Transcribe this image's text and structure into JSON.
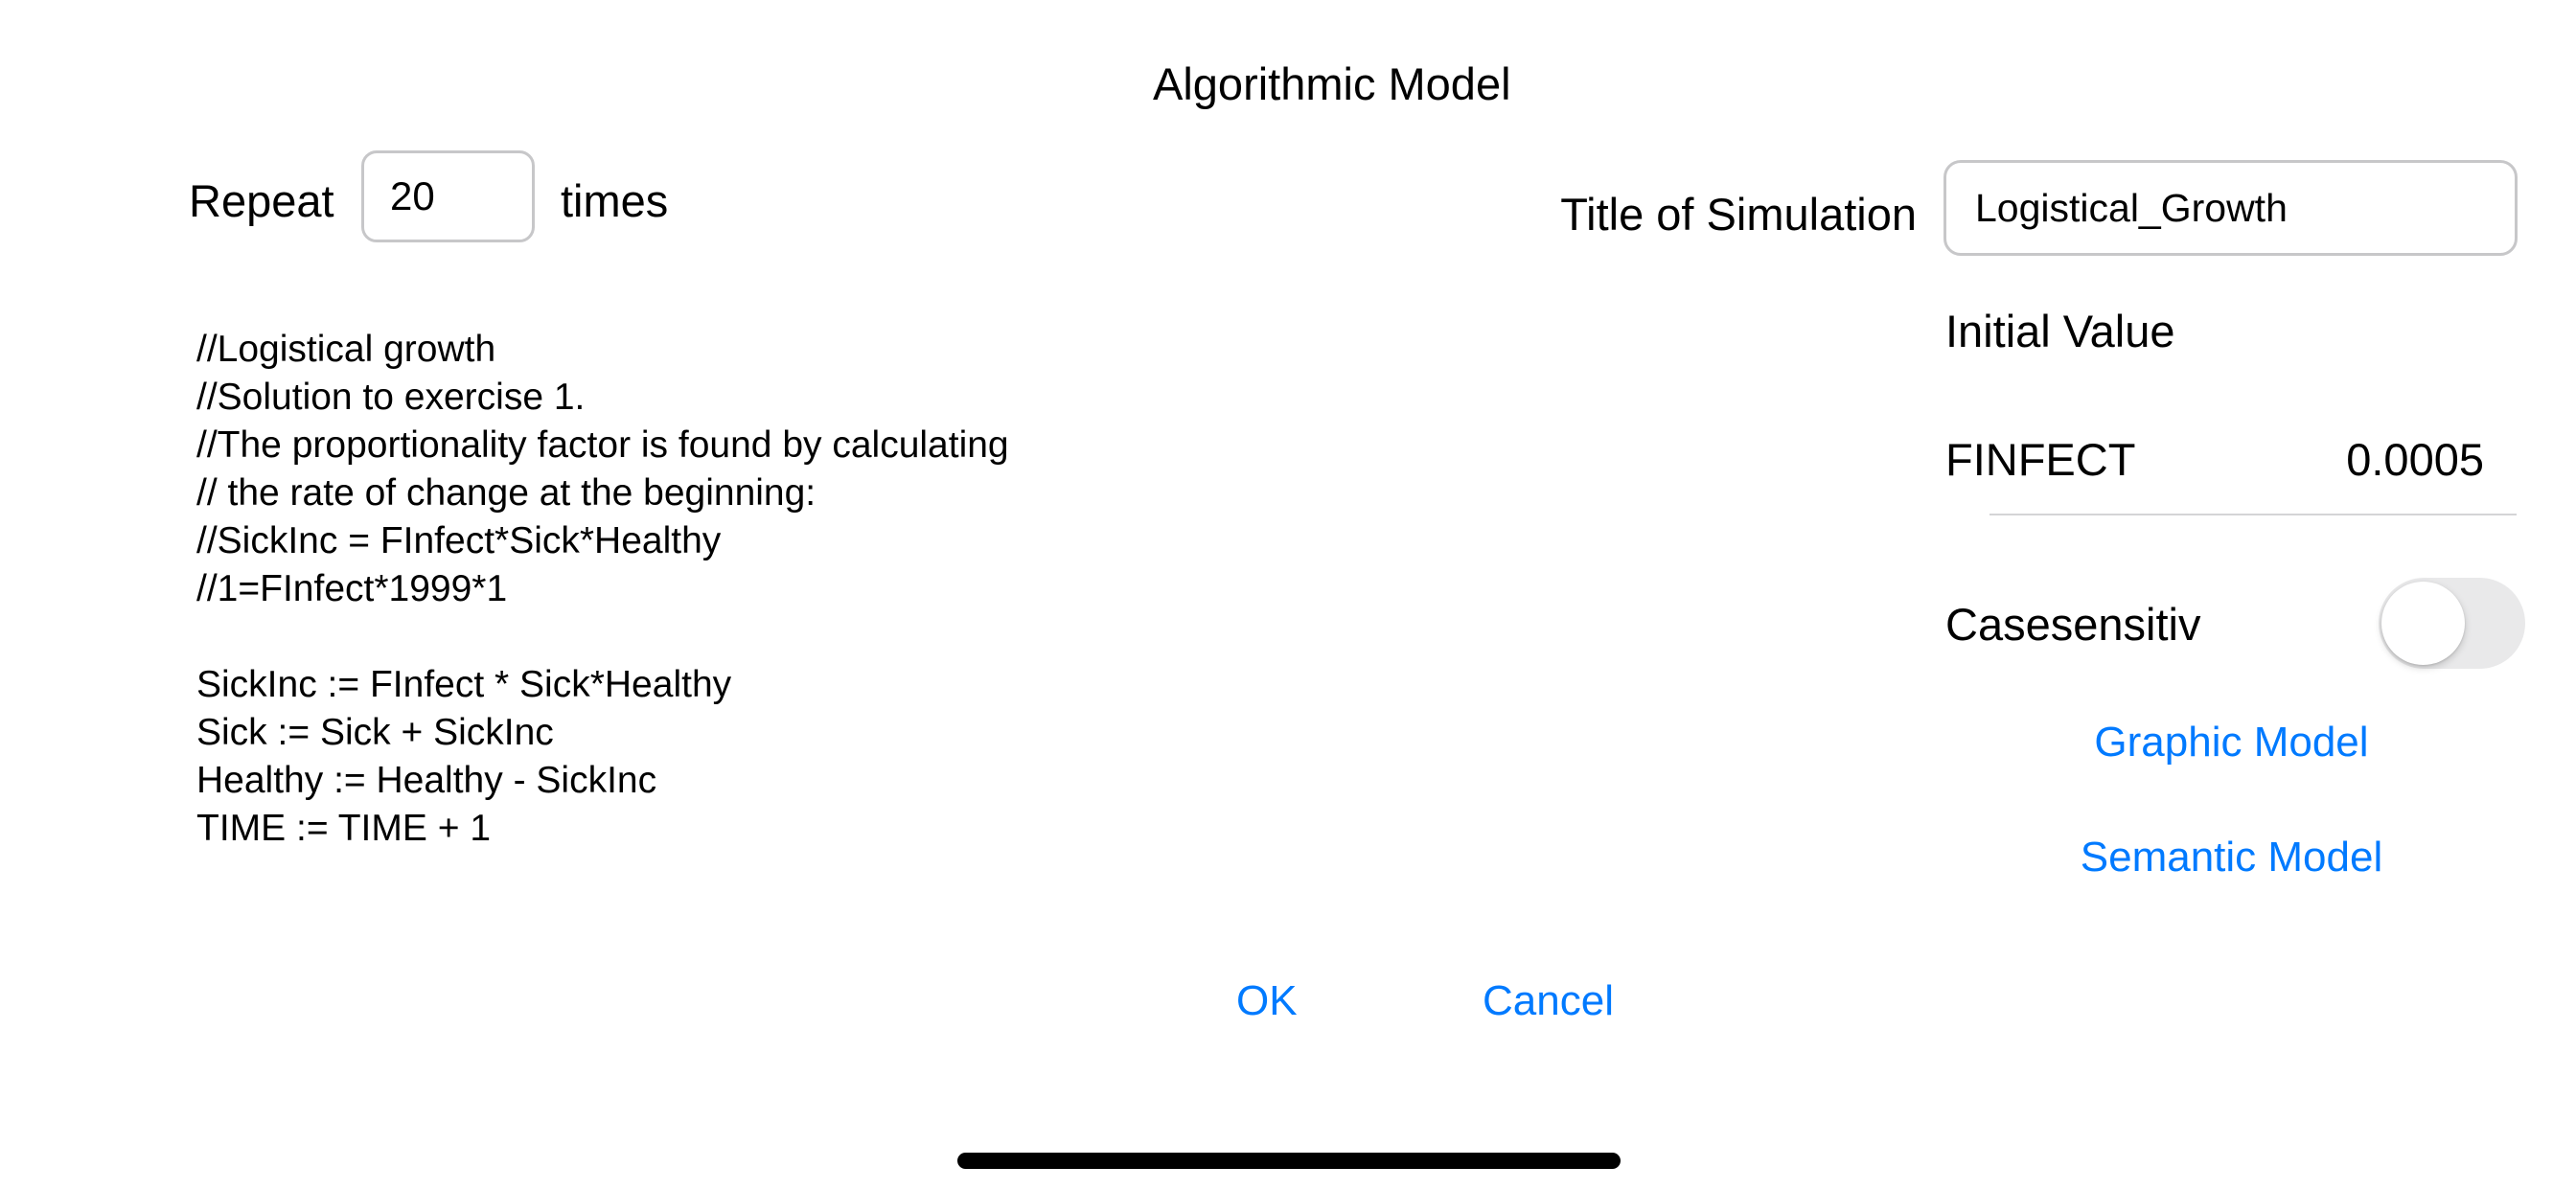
{
  "title": "Algorithmic Model",
  "accent_color": "#007aff",
  "repeat_row": {
    "label_before": "Repeat",
    "count_value": "20",
    "label_after": "times"
  },
  "simulation": {
    "label": "Title of Simulation",
    "value": "Logistical_Growth"
  },
  "code_editor": {
    "text": "//Logistical growth\n//Solution to exercise 1.\n//The proportionality factor is found by calculating\n// the rate of change at the beginning:\n//SickInc = FInfect*Sick*Healthy\n//1=FInfect*1999*1\n\nSickInc := FInfect * Sick*Healthy\nSick := Sick + SickInc\nHealthy := Healthy - SickInc\nTIME := TIME + 1"
  },
  "initial_values": {
    "heading": "Initial Value",
    "rows": [
      {
        "name": "FINFECT",
        "value": "0.0005"
      }
    ]
  },
  "case_sensitive": {
    "label": "Casesensitiv",
    "state": "off"
  },
  "links": {
    "graphic": "Graphic Model",
    "semantic": "Semantic Model"
  },
  "actions": {
    "ok": "OK",
    "cancel": "Cancel"
  }
}
